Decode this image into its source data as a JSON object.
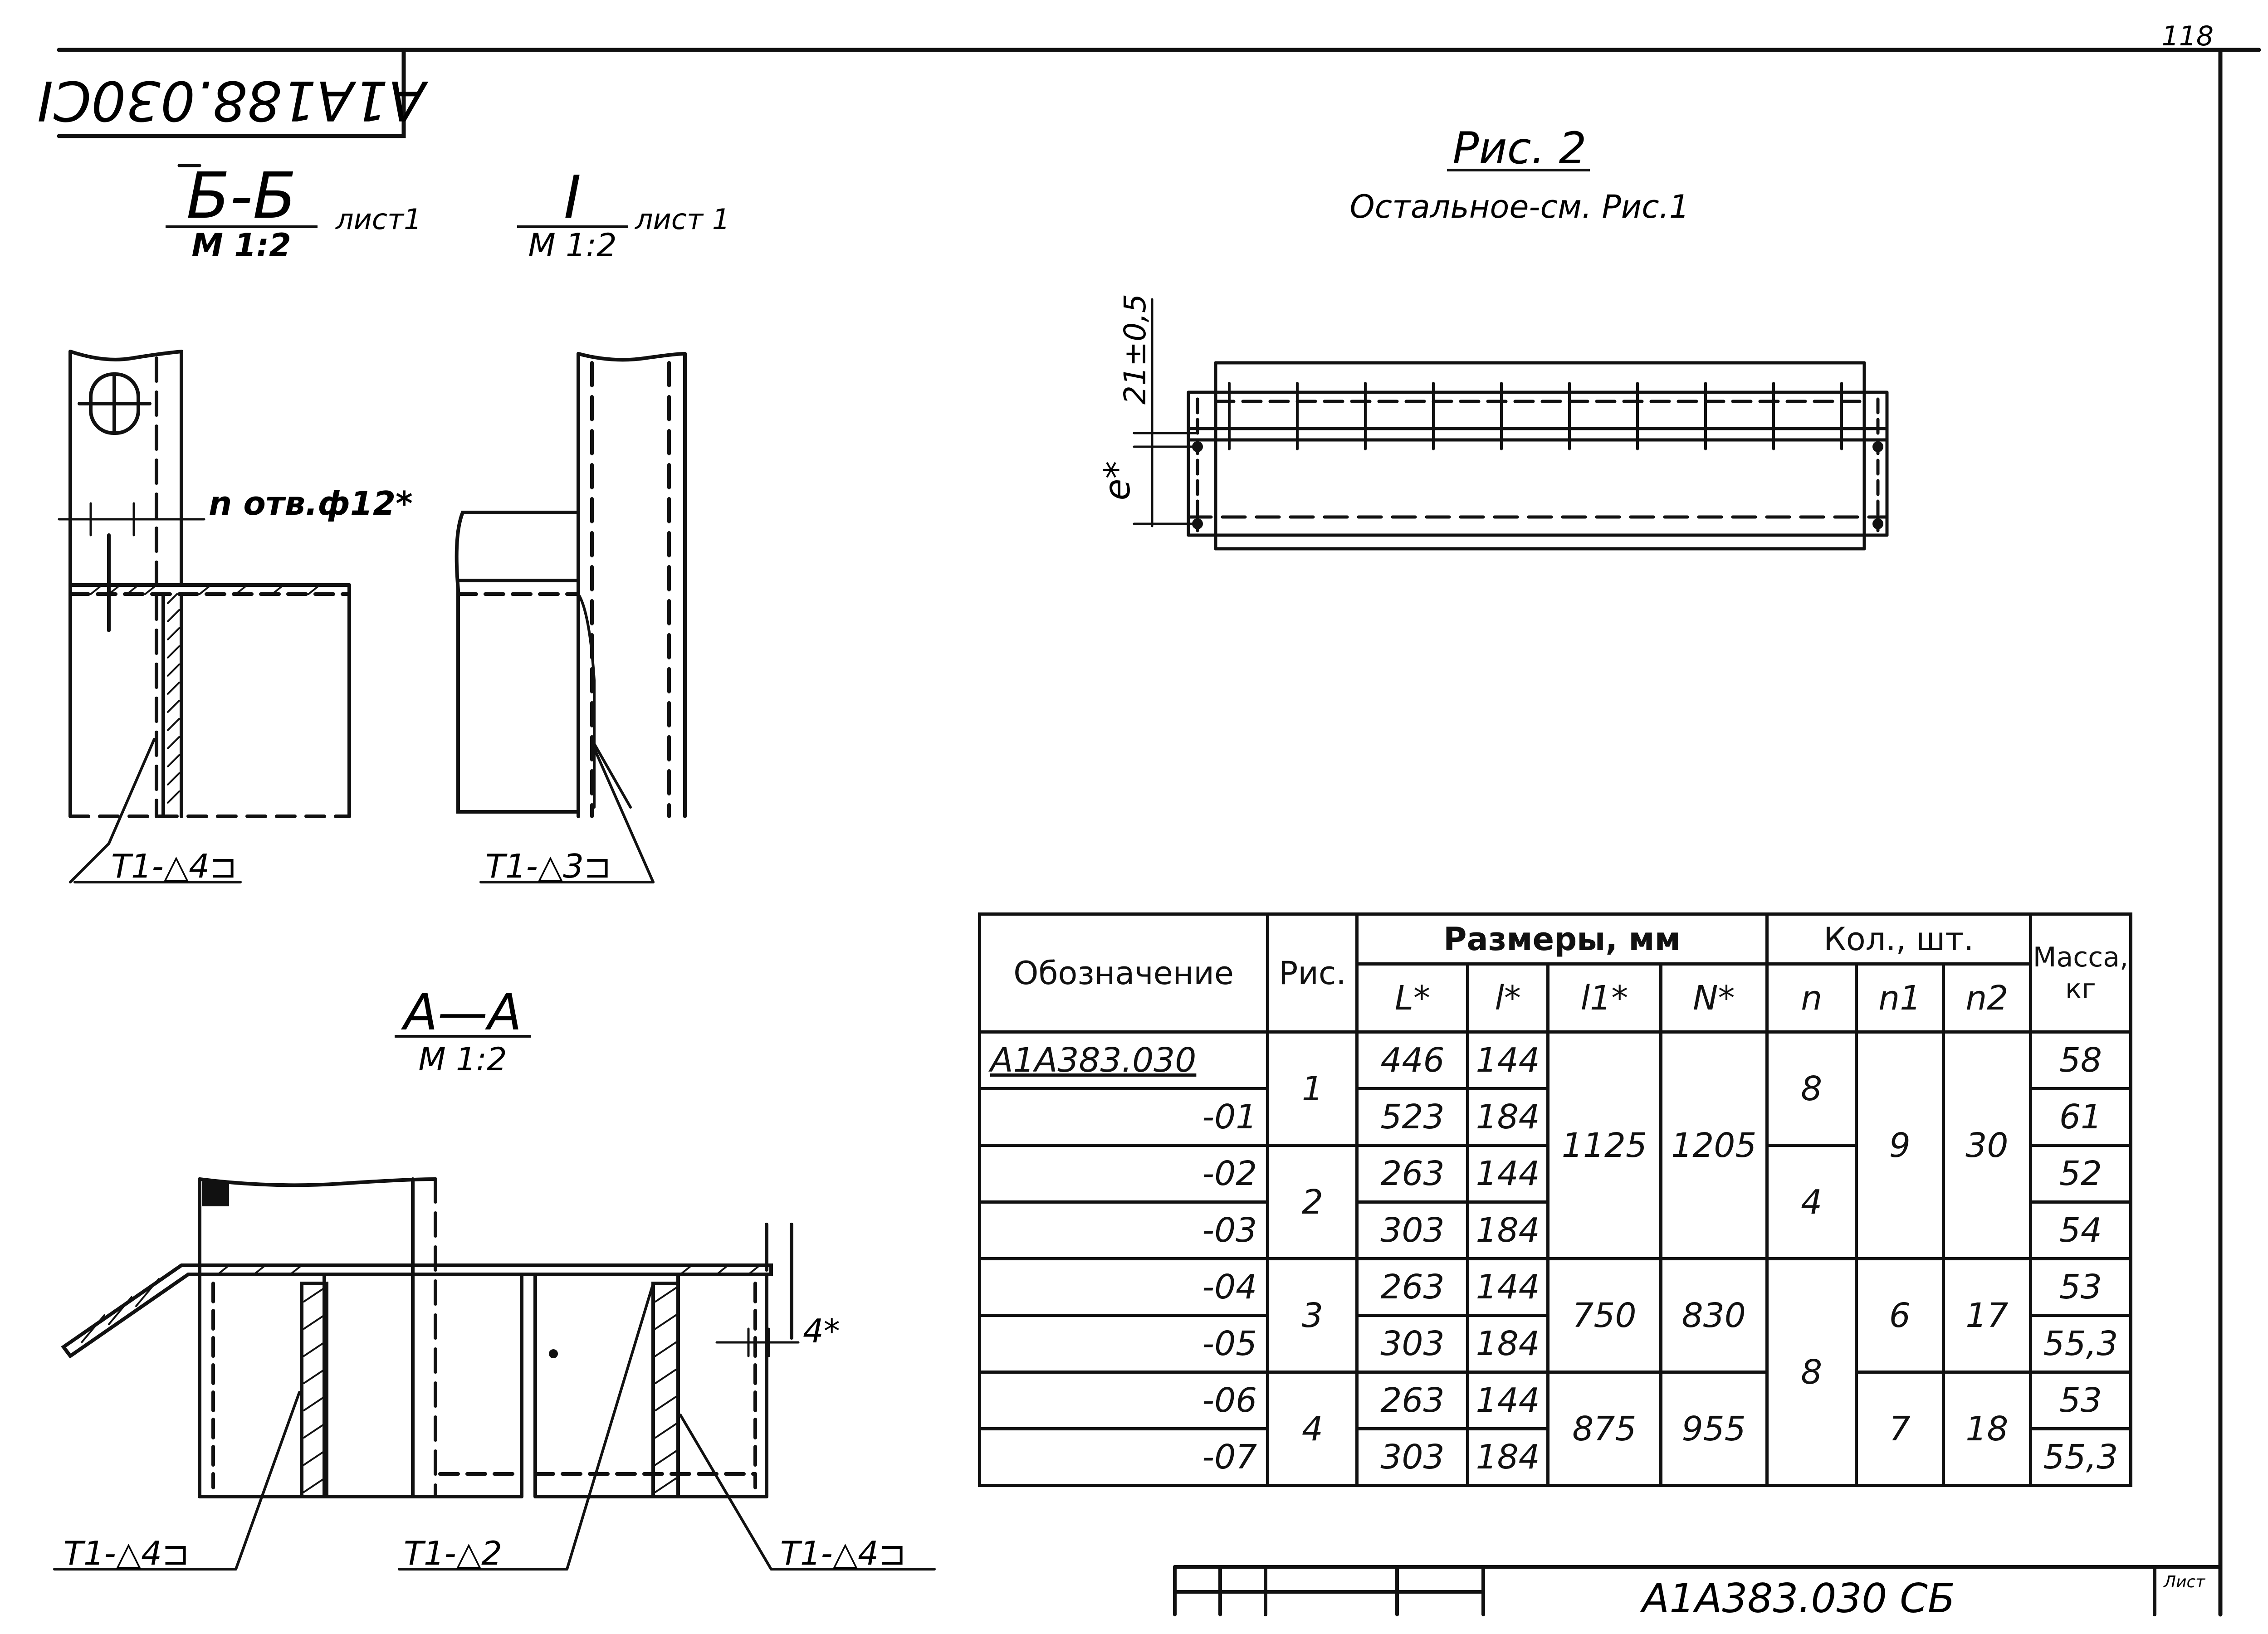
{
  "stamp": {
    "code": "A1A188.030CI"
  },
  "page_number": "118",
  "sections": {
    "bb": {
      "title": "Б-Б",
      "scale": "М 1:2",
      "sheet": "лист1"
    },
    "one": {
      "title": "I",
      "scale": "М 1:2",
      "sheet": "лист 1"
    },
    "aa": {
      "title": "А—А",
      "scale": "М 1:2"
    }
  },
  "annotations": {
    "hole": "n отв.ф12*",
    "weld_bb": "Т1-△4⊐",
    "weld_one": "Т1-△3⊐",
    "weld_aa_left": "Т1-△4⊐",
    "weld_aa_mid": "Т1-△2",
    "weld_aa_right": "Т1-△4⊐",
    "thickness": "4*"
  },
  "fig2": {
    "title": "Рис. 2",
    "note": "Остальное-см. Рис.1",
    "dim_top": "21±0,5",
    "dim_side": "e*"
  },
  "table": {
    "headers": {
      "designation": "Обозначение",
      "fig": "Рис.",
      "dims": "Размеры, мм",
      "L": "L*",
      "l": "l*",
      "l1": "l1*",
      "N": "N*",
      "qty": "Кол., шт.",
      "n": "n",
      "n1": "n1",
      "n2": "n2",
      "mass": "Масса, кг"
    },
    "rows": [
      {
        "designation": "A1A383.030",
        "L": "446",
        "l": "144",
        "mass": "58"
      },
      {
        "designation": "-01",
        "L": "523",
        "l": "184",
        "mass": "61"
      },
      {
        "designation": "-02",
        "L": "263",
        "l": "144",
        "mass": "52"
      },
      {
        "designation": "-03",
        "L": "303",
        "l": "184",
        "mass": "54"
      },
      {
        "designation": "-04",
        "L": "263",
        "l": "144",
        "mass": "53"
      },
      {
        "designation": "-05",
        "L": "303",
        "l": "184",
        "mass": "55,3"
      },
      {
        "designation": "-06",
        "L": "263",
        "l": "144",
        "mass": "53"
      },
      {
        "designation": "-07",
        "L": "303",
        "l": "184",
        "mass": "55,3"
      }
    ],
    "fig_groups": [
      "1",
      "2",
      "3",
      "4"
    ],
    "l1_groups": [
      "1125",
      "750",
      "875"
    ],
    "N_groups": [
      "1205",
      "830",
      "955"
    ],
    "n_groups": [
      "8",
      "4",
      "8"
    ],
    "n1_groups": [
      "9",
      "6",
      "7"
    ],
    "n2_groups": [
      "30",
      "17",
      "18"
    ]
  },
  "title_block": {
    "code": "A1A383.030 СБ",
    "corner": "Лист"
  }
}
